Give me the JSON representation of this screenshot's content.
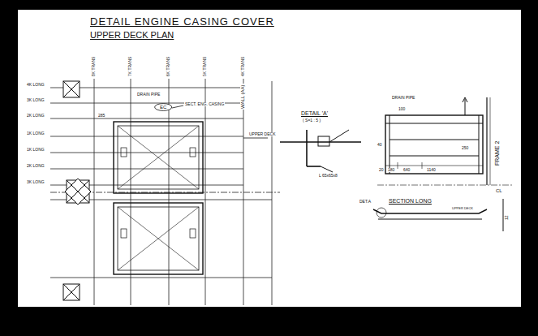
{
  "diagram": {
    "title": "DETAIL ENGINE CASING COVER",
    "nodes": [
      {
        "text": [
          "EC"
        ]
      }
    ],
    "labels": [
      "UPPER DECK PLAN",
      "8K TRANS",
      "7K TRANS",
      "6K TRANS",
      "5K TRANS",
      "4K TRANS",
      "4K LONG",
      "3K LONG",
      "2K LONG",
      "1K LONG",
      "1K LONG",
      "2K LONG",
      "3K LONG",
      "DRAIN PIPE",
      "SECT. ENG. CASING",
      "DETAIL 'A'",
      "( S=1 : 5 )",
      "UPPER DECK",
      "WALL (AA)",
      "L 65x65x8",
      "DRAIN PIPE",
      "100",
      "1140",
      "640",
      "180",
      "40",
      "20",
      "250",
      "FRAME 2",
      "CL",
      "SECTION LONG",
      "DET.A",
      "UPPER DECK",
      "12",
      "285"
    ]
  }
}
